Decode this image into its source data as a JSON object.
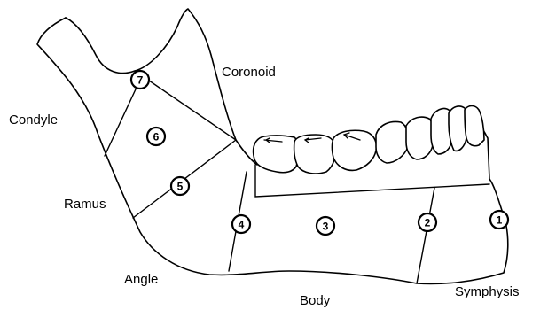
{
  "labels": {
    "condyle": "Condyle",
    "coronoid": "Coronoid",
    "ramus": "Ramus",
    "angle": "Angle",
    "body": "Body",
    "symphysis": "Symphysis"
  },
  "markers": {
    "m1": "1",
    "m2": "2",
    "m3": "3",
    "m4": "4",
    "m5": "5",
    "m6": "6",
    "m7": "7"
  }
}
